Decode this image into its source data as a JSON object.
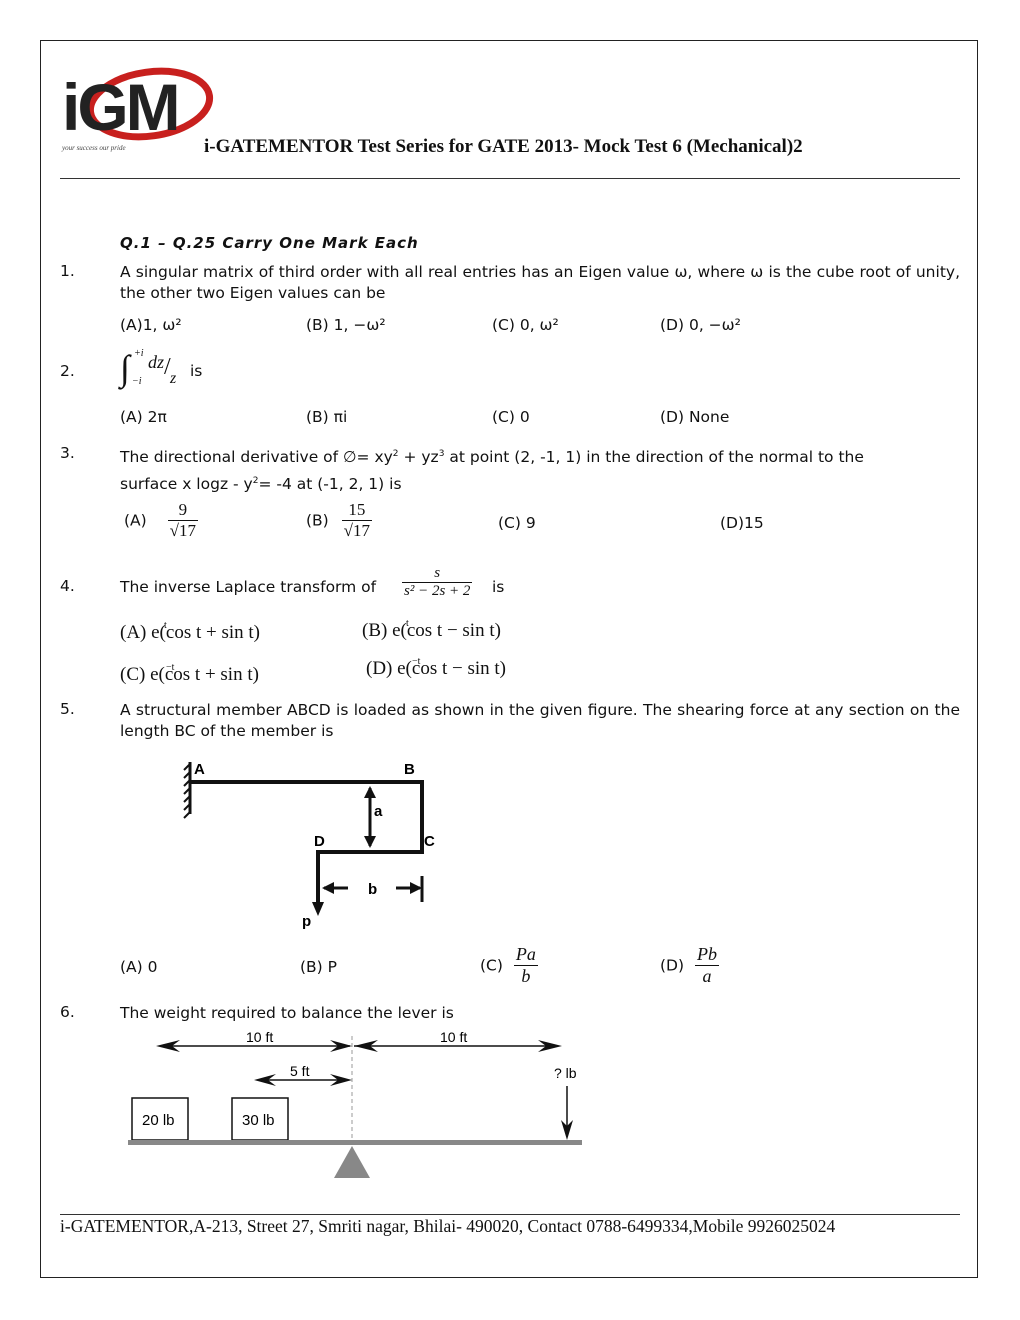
{
  "header": {
    "logo_text": "iGM",
    "logo_tagline": "your success our pride",
    "title": "i-GATEMENTOR Test Series for GATE 2013- Mock Test 6 (Mechanical)2"
  },
  "section_title": "Q.1 – Q.25 Carry One Mark Each",
  "questions": [
    {
      "num": "1.",
      "text": "A singular matrix of third order with all real entries has an Eigen value ω, where ω is the cube root of unity, the other two Eigen values can be",
      "options": [
        "(A)1, ω²",
        "(B) 1, −ω²",
        "(C) 0, ω²",
        "(D) 0, −ω²"
      ]
    },
    {
      "num": "2.",
      "text_suffix": "is",
      "integral": {
        "upper": "+i",
        "lower": "−i",
        "num": "dz",
        "den": "z"
      },
      "options": [
        "(A) 2π",
        "(B) πi",
        "(C) 0",
        "(D) None"
      ]
    },
    {
      "num": "3.",
      "text_a": "The directional derivative of ∅= xy",
      "text_b": " + yz",
      "text_c": " at point (2, -1, 1) in the direction of the normal to the",
      "text_d": "surface x logz - y",
      "text_e": "= -4 at (-1, 2, 1) is",
      "sup2": "2",
      "sup3": "3",
      "options": [
        {
          "label": "(A)",
          "num": "9",
          "den": "√17"
        },
        {
          "label": "(B)",
          "num": "15",
          "den": "√17"
        },
        {
          "label": "(C) 9"
        },
        {
          "label": "(D)15"
        }
      ]
    },
    {
      "num": "4.",
      "text": "The inverse Laplace transform of",
      "text_suffix": "is",
      "frac": {
        "num": "s",
        "den": "s² − 2s + 2"
      },
      "options": [
        "(A) e(cos t + sin t)",
        "(B) e(cos t − sin t)",
        "(C) e(cos t + sin t)",
        "(D) e(cos t − sin t)"
      ],
      "exp_pos": "t",
      "exp_neg": "−t"
    },
    {
      "num": "5.",
      "text": "A structural member ABCD is loaded as shown in the given figure. The shearing force at any section on the length BC of the member is",
      "figure_labels": {
        "A": "A",
        "B": "B",
        "C": "C",
        "D": "D",
        "a": "a",
        "b": "b",
        "p": "p"
      },
      "options": [
        {
          "label": "(A) 0"
        },
        {
          "label": "(B) P"
        },
        {
          "label": "(C)",
          "num": "Pa",
          "den": "b"
        },
        {
          "label": "(D)",
          "num": "Pb",
          "den": "a"
        }
      ]
    },
    {
      "num": "6.",
      "text": "The weight required to balance the lever is",
      "figure_labels": {
        "left_span": "10 ft",
        "right_span": "10 ft",
        "mid_span": "5 ft",
        "unknown": "? lb",
        "w1": "20 lb",
        "w2": "30 lb"
      }
    }
  ],
  "footer": "i-GATEMENTOR,A-213, Street 27, Smriti nagar, Bhilai- 490020, Contact 0788-6499334,Mobile 9926025024"
}
